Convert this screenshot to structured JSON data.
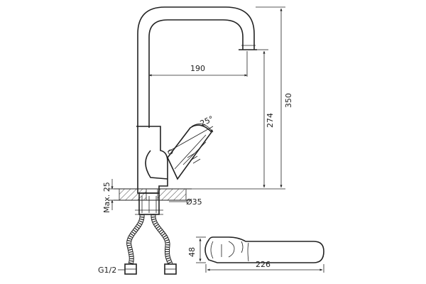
{
  "dimensions": {
    "spout_reach": "190",
    "total_height": "350",
    "spout_height": "274",
    "handle_angle": "25°",
    "deck_thickness": "Max. 25",
    "hole_diameter": "Ø35",
    "hose_thread": "G1/2",
    "handle_height": "48",
    "handle_length": "226"
  }
}
